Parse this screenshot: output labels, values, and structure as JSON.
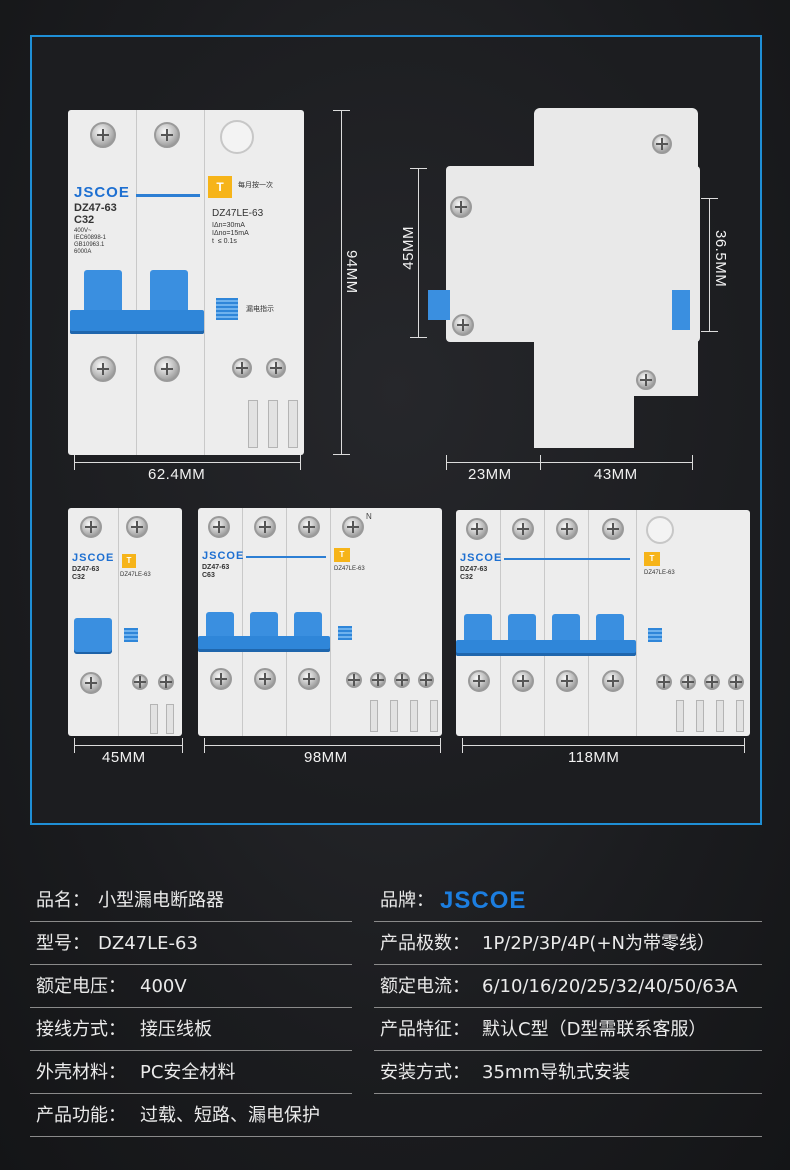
{
  "dimensions": {
    "front_2p_height": "94MM",
    "front_2p_width": "62.4MM",
    "side_height": "45MM",
    "side_depth_right": "36.5MM",
    "side_width_left": "23MM",
    "side_width_right": "43MM",
    "width_1p": "45MM",
    "width_3p": "98MM",
    "width_4p": "118MM"
  },
  "breaker_labels": {
    "brand": "JSCOE",
    "model_line": "DZ47-63",
    "rating_c32": "C32",
    "rating_c63": "C63",
    "spec_block": "400V~\nIEC60898-1\nGB10963.1\n6000A",
    "leakage_model": "DZ47LE-63",
    "leakage_spec": "IΔn=30mA\nIΔno=15mA\nt  ≤ 0.1s",
    "t_button": "T",
    "t_caption": "每月按一次",
    "indicator_caption": "漏电指示",
    "n_mark": "N"
  },
  "specs": {
    "left": [
      {
        "label": "品名：",
        "value": "小型漏电断路器"
      },
      {
        "label": "型号：",
        "value": "DZ47LE-63"
      },
      {
        "label": "额定电压：",
        "value": "400V"
      },
      {
        "label": "接线方式：",
        "value": "接压线板"
      },
      {
        "label": "外壳材料：",
        "value": "PC安全材料"
      },
      {
        "label": "产品功能：",
        "value": "过载、短路、漏电保护"
      }
    ],
    "right": [
      {
        "label": "品牌：",
        "value": "JSCOE"
      },
      {
        "label": "产品极数：",
        "value": "1P/2P/3P/4P(+N为带零线）"
      },
      {
        "label": "额定电流：",
        "value": "6/10/16/20/25/32/40/50/63A"
      },
      {
        "label": "产品特征：",
        "value": "默认C型（D型需联系客服）"
      },
      {
        "label": "安装方式：",
        "value": "35mm导轨式安装"
      }
    ]
  },
  "colors": {
    "frame_border": "#1f8fd6",
    "brand_blue": "#1c7ee0",
    "lever_blue": "#3a8fe0",
    "test_button": "#f6b419"
  }
}
